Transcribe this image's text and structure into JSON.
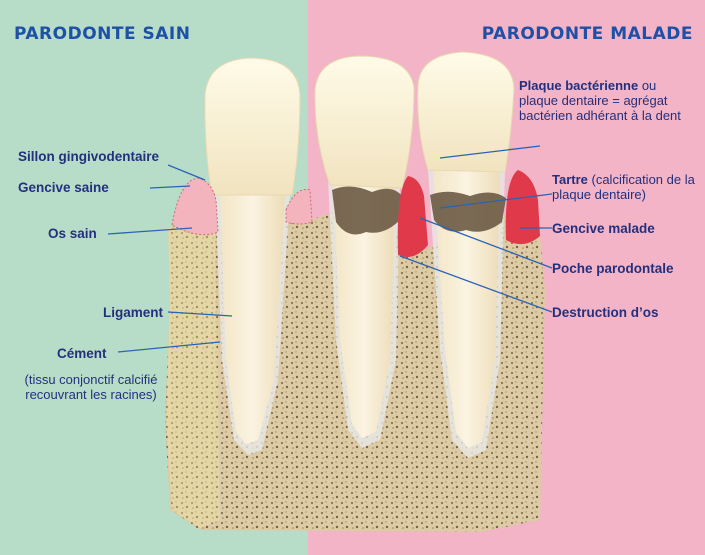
{
  "titles": {
    "left": "PARODONTE SAIN",
    "right": "PARODONTE MALADE"
  },
  "colors": {
    "left_bg": "#b7ddc9",
    "right_bg": "#f2b4c6",
    "title": "#1f50a8",
    "label": "#24307e",
    "leader_line": "#2a63b5",
    "bone": "#d8c8a0",
    "gum_healthy": "#f0b0b8",
    "gum_diseased": "#e04050",
    "tartar": "#6b5a44"
  },
  "labels": {
    "sillon": "Sillon gingivodentaire",
    "gencive_saine": "Gencive saine",
    "os_sain": "Os sain",
    "ligament": "Ligament",
    "cement_title": "Cément",
    "cement_desc_1": "(tissu conjonctif calcifié",
    "cement_desc_2": "recouvrant les racines)",
    "plaque_bold": "Plaque bactérienne",
    "plaque_rest_1": " ou",
    "plaque_rest_2": "plaque dentaire = agrégat",
    "plaque_rest_3": "bactérien adhérant à la dent",
    "tartre_bold": "Tartre",
    "tartre_rest_1": " (calcification de la",
    "tartre_rest_2": "plaque dentaire)",
    "gencive_malade": "Gencive malade",
    "poche": "Poche parodontale",
    "destruction": "Destruction d’os"
  }
}
